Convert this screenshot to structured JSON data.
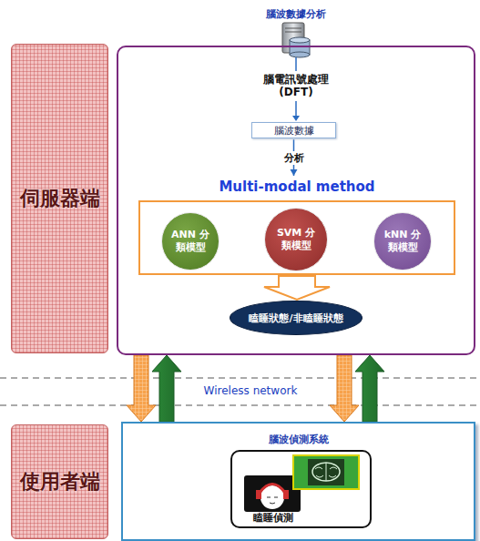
{
  "diagram": {
    "nodes": [
      {
        "text": [
          "伺服器端"
        ]
      },
      {
        "text": [
          "使用者端"
        ]
      },
      {
        "text": [
          "腦波數據分析"
        ]
      },
      {
        "text": [
          "腦波數據"
        ],
        "in": 2
      },
      {
        "text": [
          "Multi-modal method"
        ],
        "in": 2
      },
      {
        "text": [
          "ANN 分類模型"
        ],
        "in": 4
      },
      {
        "text": [
          "SVM 分類模型"
        ],
        "in": 4
      },
      {
        "text": [
          "kNN 分類模型"
        ],
        "in": 4
      },
      {
        "text": [
          "瞌睡狀態/非瞌睡狀態"
        ],
        "in": 2
      },
      {
        "text": [
          "腦波偵測系統"
        ]
      },
      {
        "text": [
          "瞌睡偵測"
        ],
        "in": 9
      }
    ],
    "edges": [
      {
        "from": 3,
        "to": 4,
        "label": "分析",
        "arrow": "to"
      },
      {
        "from": 4,
        "to": 8,
        "arrow": "to"
      },
      {
        "from": 2,
        "to": 9,
        "arrow": "to"
      },
      {
        "from": 9,
        "to": 2,
        "arrow": "to"
      },
      {
        "from": 2,
        "to": 9,
        "arrow": "to"
      },
      {
        "from": 9,
        "to": 2,
        "arrow": "to"
      }
    ],
    "labels": [
      "腦電訊號處理 (DFT)",
      "Wireless network"
    ]
  }
}
